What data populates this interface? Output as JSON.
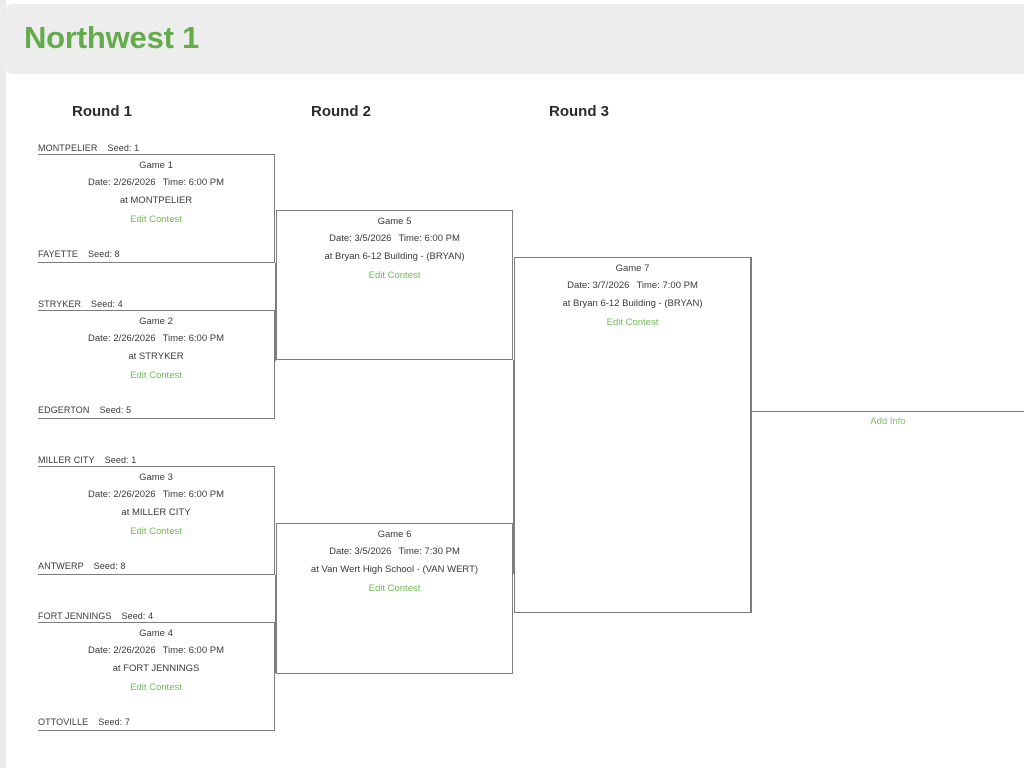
{
  "header": {
    "title": "Northwest 1",
    "accent_color": "#63ab4b",
    "background_color": "#ededed"
  },
  "theme": {
    "line_color": "#7d7d7d",
    "link_color": "#6fbb55",
    "text_color": "#3a3a3a",
    "page_background": "#ffffff"
  },
  "rounds": [
    {
      "label": "Round 1"
    },
    {
      "label": "Round 2"
    },
    {
      "label": "Round 3"
    }
  ],
  "round1": {
    "games": [
      {
        "name": "Game 1",
        "date_label": "Date: 2/26/2026",
        "time_label": "Time: 6:00 PM",
        "location": "at MONTPELIER",
        "action": "Edit Contest",
        "top_team": {
          "name": "MONTPELIER",
          "seed": "Seed: 1"
        },
        "bottom_team": {
          "name": "FAYETTE",
          "seed": "Seed: 8"
        }
      },
      {
        "name": "Game 2",
        "date_label": "Date: 2/26/2026",
        "time_label": "Time: 6:00 PM",
        "location": "at STRYKER",
        "action": "Edit Contest",
        "top_team": {
          "name": "STRYKER",
          "seed": "Seed: 4"
        },
        "bottom_team": {
          "name": "EDGERTON",
          "seed": "Seed: 5"
        }
      },
      {
        "name": "Game 3",
        "date_label": "Date: 2/26/2026",
        "time_label": "Time: 6:00 PM",
        "location": "at MILLER CITY",
        "action": "Edit Contest",
        "top_team": {
          "name": "MILLER CITY",
          "seed": "Seed: 1"
        },
        "bottom_team": {
          "name": "ANTWERP",
          "seed": "Seed: 8"
        }
      },
      {
        "name": "Game 4",
        "date_label": "Date: 2/26/2026",
        "time_label": "Time: 6:00 PM",
        "location": "at FORT JENNINGS",
        "action": "Edit Contest",
        "top_team": {
          "name": "FORT JENNINGS",
          "seed": "Seed: 4"
        },
        "bottom_team": {
          "name": "OTTOVILLE",
          "seed": "Seed: 7"
        }
      }
    ]
  },
  "round2": {
    "games": [
      {
        "name": "Game 5",
        "date_label": "Date: 3/5/2026",
        "time_label": "Time: 6:00 PM",
        "location": "at Bryan 6-12 Building - (BRYAN)",
        "action": "Edit Contest"
      },
      {
        "name": "Game 6",
        "date_label": "Date: 3/5/2026",
        "time_label": "Time: 7:30 PM",
        "location": "at Van Wert High School - (VAN WERT)",
        "action": "Edit Contest"
      }
    ]
  },
  "round3": {
    "games": [
      {
        "name": "Game 7",
        "date_label": "Date: 3/7/2026",
        "time_label": "Time: 7:00 PM",
        "location": "at Bryan 6-12 Building - (BRYAN)",
        "action": "Edit Contest"
      }
    ]
  },
  "champion": {
    "action": "Add Info"
  }
}
